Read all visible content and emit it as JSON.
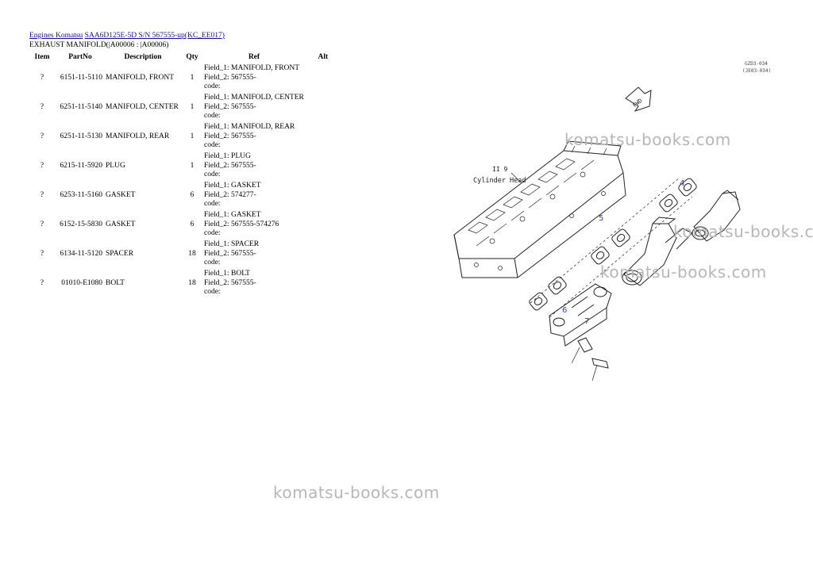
{
  "breadcrumb": {
    "link1": "Engines Komatsu",
    "link2": "SAA6D125E-5D S/N 567555-up(KC_EE017)"
  },
  "page_title": "EXHAUST MANIFOLD(|A00006 : |A00006)",
  "table": {
    "headers": {
      "item": "Item",
      "partno": "PartNo",
      "description": "Description",
      "qty": "Qty",
      "ref": "Ref",
      "alt": "Alt"
    },
    "rows": [
      {
        "item": "?",
        "partno": "6151-11-5110",
        "description": "MANIFOLD, FRONT",
        "qty": "1",
        "f1": "Field_1: MANIFOLD, FRONT",
        "f2": "Field_2: 567555-",
        "f3": "code:"
      },
      {
        "item": "?",
        "partno": "6251-11-5140",
        "description": "MANIFOLD, CENTER",
        "qty": "1",
        "f1": "Field_1: MANIFOLD, CENTER",
        "f2": "Field_2: 567555-",
        "f3": "code:"
      },
      {
        "item": "?",
        "partno": "6251-11-5130",
        "description": "MANIFOLD, REAR",
        "qty": "1",
        "f1": "Field_1: MANIFOLD, REAR",
        "f2": "Field_2: 567555-",
        "f3": "code:"
      },
      {
        "item": "?",
        "partno": "6215-11-5920",
        "description": "PLUG",
        "qty": "1",
        "f1": "Field_1: PLUG",
        "f2": "Field_2: 567555-",
        "f3": "code:"
      },
      {
        "item": "?",
        "partno": "6253-11-5160",
        "description": "GASKET",
        "qty": "6",
        "f1": "Field_1: GASKET",
        "f2": "Field_2: 574277-",
        "f3": "code:"
      },
      {
        "item": "?",
        "partno": "6152-15-5830",
        "description": "GASKET",
        "qty": "6",
        "f1": "Field_1: GASKET",
        "f2": "Field_2: 567555-574276",
        "f3": "code:"
      },
      {
        "item": "?",
        "partno": "6134-11-5120",
        "description": "SPACER",
        "qty": "18",
        "f1": "Field_1: SPACER",
        "f2": "Field_2: 567555-",
        "f3": "code:"
      },
      {
        "item": "?",
        "partno": "01010-E1080",
        "description": "BOLT",
        "qty": "18",
        "f1": "Field_1: BOLT",
        "f2": "Field_2: 567555-",
        "f3": "code:"
      }
    ]
  },
  "diagram": {
    "cylinder_head_label_line1": "II 9",
    "cylinder_head_label_line2": "Cylinder Head",
    "fwd_label": "FWD",
    "code1": "GZD3-034",
    "code2": "(JE03-034)",
    "callouts": [
      "4",
      "5",
      "6",
      "7"
    ],
    "callout_color": "#2a3fb8"
  },
  "watermark": "komatsu-books.com"
}
